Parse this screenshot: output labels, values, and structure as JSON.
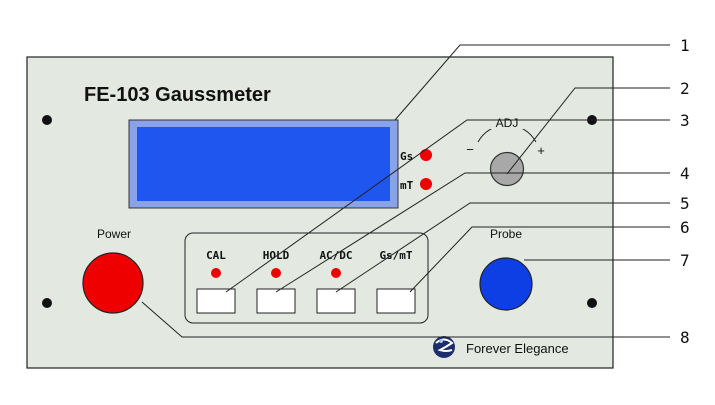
{
  "panel": {
    "title": "FE-103 Gaussmeter",
    "brand": "Forever Elegance",
    "power_label": "Power",
    "probe_label": "Probe",
    "adj": {
      "label": "ADJ",
      "minus": "−",
      "plus": "+"
    },
    "units": {
      "gs": "Gs",
      "mt": "mT"
    },
    "buttons": [
      {
        "label": "CAL"
      },
      {
        "label": "HOLD"
      },
      {
        "label": "AC/DC"
      },
      {
        "label": "Gs/mT"
      }
    ]
  },
  "callouts": [
    "1",
    "2",
    "3",
    "4",
    "5",
    "6",
    "7",
    "8"
  ],
  "colors": {
    "panel_bg": "#e3e8e1",
    "display_fill": "#1f56ef",
    "display_frame": "#8aa2e8",
    "led_red": "#ee0000",
    "power_red": "#ee0000",
    "probe_blue": "#0d3fe5",
    "knob_gray": "#a8a8a8"
  }
}
